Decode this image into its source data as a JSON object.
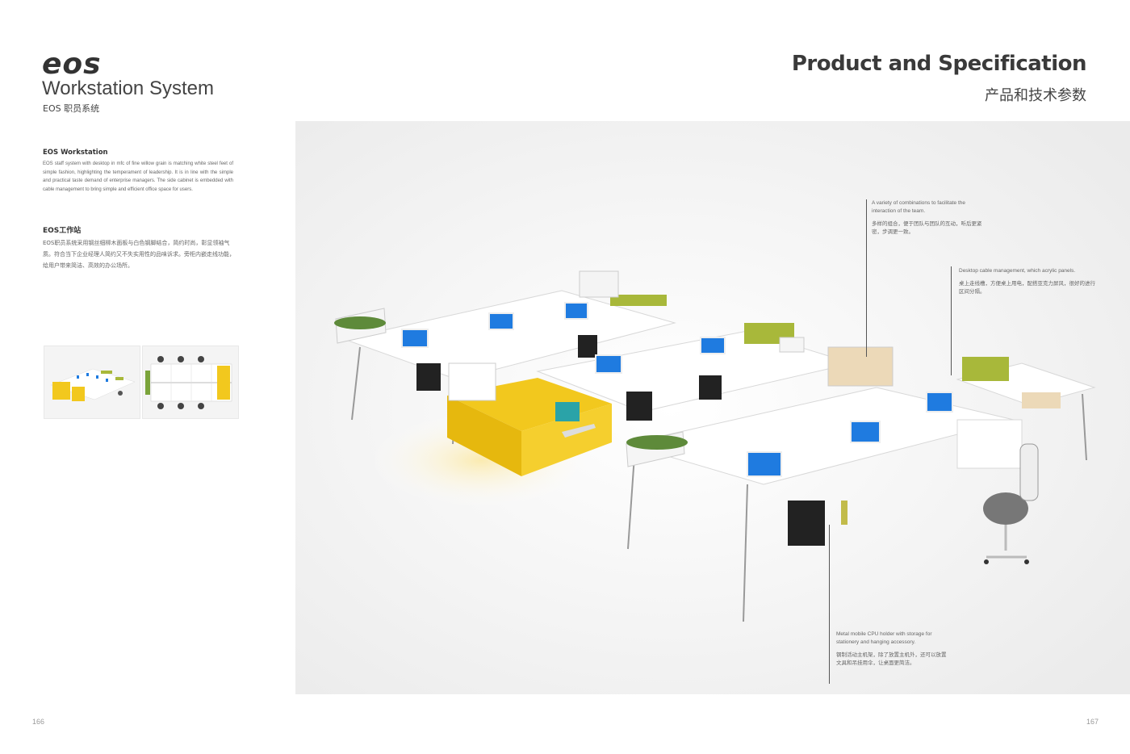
{
  "left_page": {
    "logo": "eos",
    "subtitle_en": "Workstation System",
    "subtitle_cn": "EOS 职员系统",
    "section_en": {
      "title": "EOS Workstation",
      "body": "EOS staff system with desktop in mfc of fine willow grain is matching white steel feet of simple fashion, highlighting the temperament of leadership. It is in line with the simple and practical taste demand of enterprise managers. The side cabinet is embedded with cable management to bring simple and efficient office space for users."
    },
    "section_cn": {
      "title": "EOS工作站",
      "body": "EOS职员系统采用钢丝细柳木面板与白色钢脚结合，简约时尚，彰显领袖气质。符合当下企业经理人简约又不失实用性的品味诉求。旁柜内嵌走线功能，给用户带来简洁、高效的办公场所。"
    },
    "page_number": "166"
  },
  "right_page": {
    "title": "Product and Specification",
    "title_cn": "产品和技术参数",
    "annotations": [
      {
        "en": "A variety of combinations to facilitate the interaction of the team.",
        "cn": "多样的组合，便于团队与团队的互动，听后更紧密，步调更一致。"
      },
      {
        "en": "Desktop cable management, which acrylic panels.",
        "cn": "桌上走线槽，方便桌上用电，配搭亚克力屏风，很好的进行区间分隔。"
      },
      {
        "en": "Metal mobile CPU holder with storage for stationery and hanging accessory.",
        "cn": "钢制活动主机架，除了放置主机外，还可以放置文具和吊挂用伞，让桌面更简洁。"
      }
    ],
    "page_number": "167"
  },
  "colors": {
    "accent_yellow": "#f2c81e",
    "accent_green": "#a8b83a",
    "monitor_blue": "#1f7be0"
  }
}
